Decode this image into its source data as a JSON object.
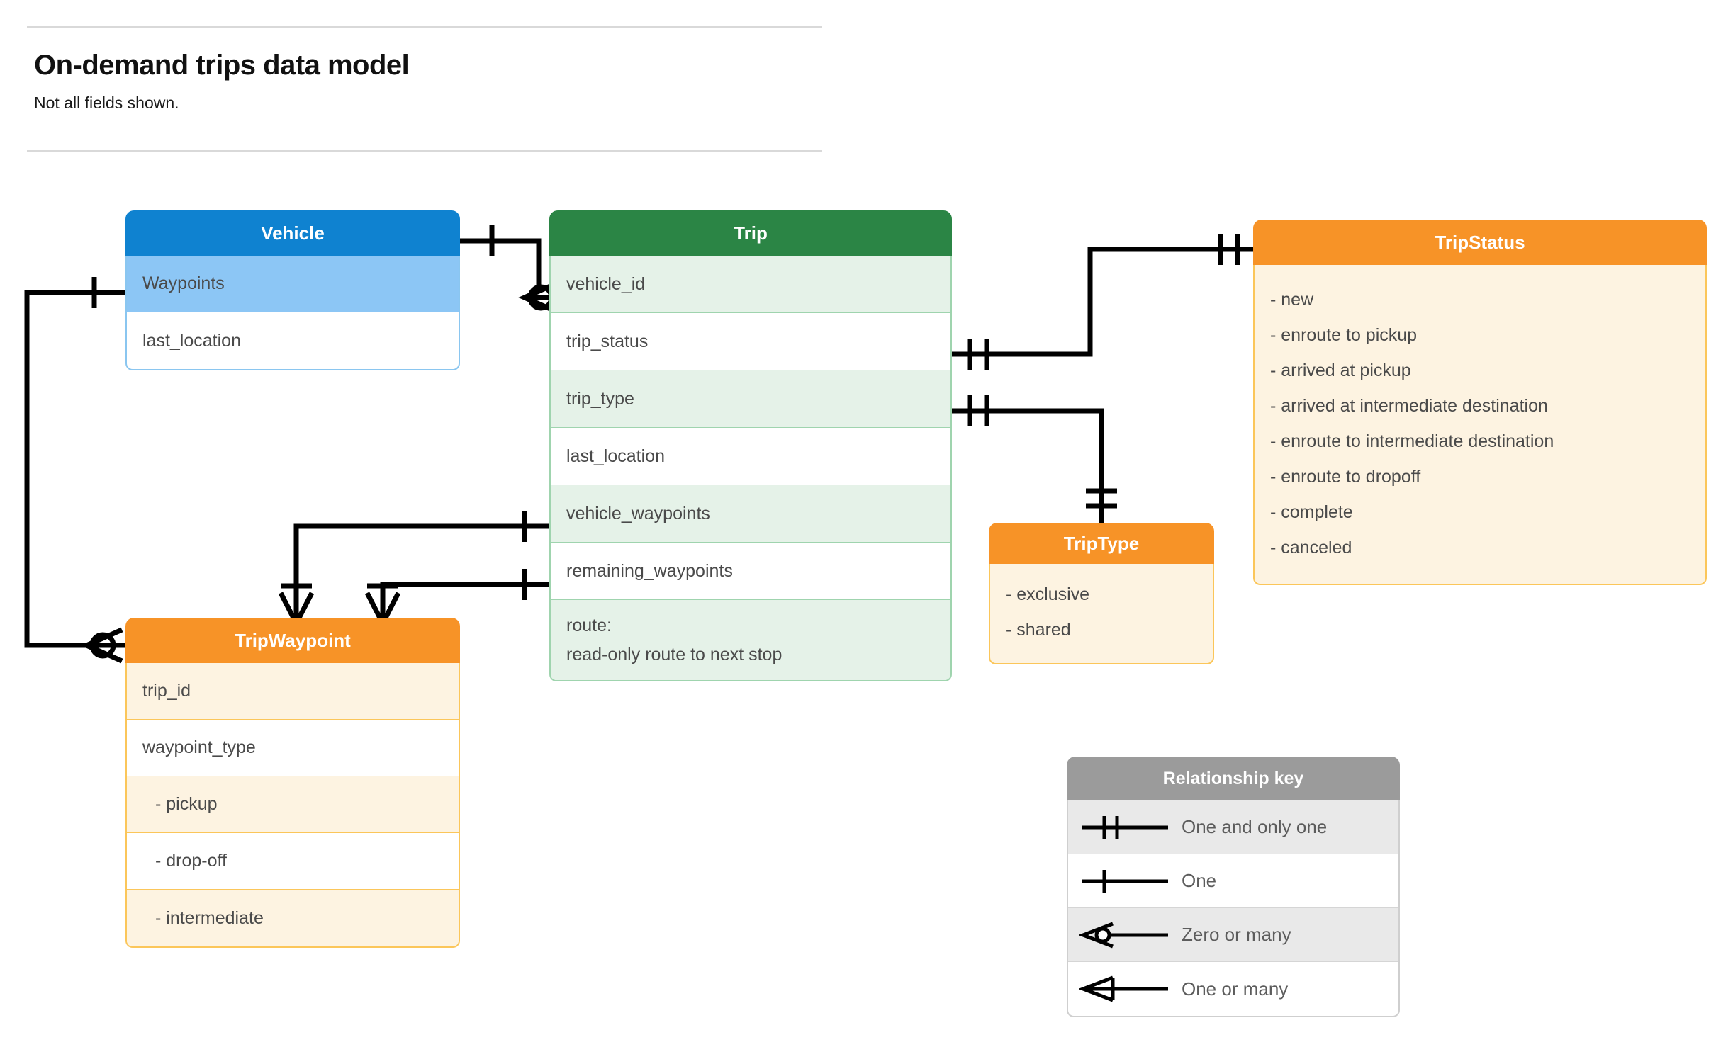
{
  "header": {
    "title": "On-demand trips data model",
    "subtitle": "Not all fields shown."
  },
  "entities": {
    "vehicle": {
      "title": "Vehicle",
      "header_color": "#0f82d0",
      "fields": [
        "Waypoints",
        "last_location"
      ]
    },
    "trip": {
      "title": "Trip",
      "header_color": "#2b8545",
      "fields": [
        "vehicle_id",
        "trip_status",
        "trip_type",
        "last_location",
        "vehicle_waypoints",
        "remaining_waypoints"
      ],
      "route_label": "route:",
      "route_desc": "read-only route to next stop"
    },
    "trip_status": {
      "title": "TripStatus",
      "header_color": "#f79327",
      "values": [
        "- new",
        "- enroute to pickup",
        "- arrived at pickup",
        "- arrived at intermediate destination",
        "- enroute to intermediate destination",
        "- enroute to dropoff",
        "- complete",
        "- canceled"
      ]
    },
    "trip_type": {
      "title": "TripType",
      "header_color": "#f79327",
      "values": [
        "- exclusive",
        "- shared"
      ]
    },
    "trip_waypoint": {
      "title": "TripWaypoint",
      "header_color": "#f79327",
      "fields": [
        "trip_id",
        "waypoint_type"
      ],
      "waypoint_values": [
        "-  pickup",
        "-  drop-off",
        "-  intermediate"
      ]
    }
  },
  "legend": {
    "title": "Relationship key",
    "rows": [
      {
        "symbol": "one-and-only-one",
        "label": "One and only one"
      },
      {
        "symbol": "one",
        "label": "One"
      },
      {
        "symbol": "zero-or-many",
        "label": "Zero or many"
      },
      {
        "symbol": "one-or-many",
        "label": "One or many"
      }
    ]
  },
  "relationships": [
    {
      "from": "Vehicle",
      "from_card": "one",
      "to": "Trip.vehicle_id",
      "to_card": "zero-or-many"
    },
    {
      "from": "Vehicle.Waypoints",
      "from_card": "one",
      "to": "TripWaypoint",
      "to_card": "zero-or-many"
    },
    {
      "from": "Trip.trip_status",
      "from_card": "one-and-only-one",
      "to": "TripStatus",
      "to_card": "one-and-only-one"
    },
    {
      "from": "Trip.trip_type",
      "from_card": "one-and-only-one",
      "to": "TripType",
      "to_card": "one-and-only-one"
    },
    {
      "from": "Trip.vehicle_waypoints",
      "from_card": "one",
      "to": "TripWaypoint",
      "to_card": "one-or-many"
    },
    {
      "from": "Trip.remaining_waypoints",
      "from_card": "one",
      "to": "TripWaypoint",
      "to_card": "one-or-many"
    }
  ]
}
